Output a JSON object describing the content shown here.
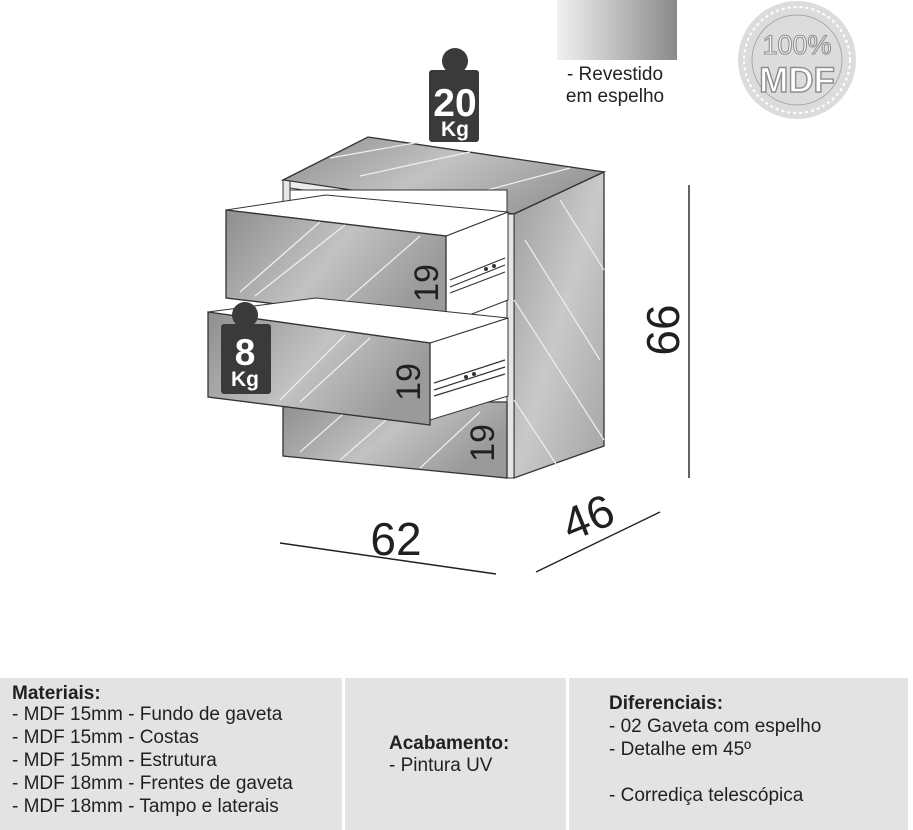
{
  "badge": {
    "line1": "100%",
    "line2": "MDF"
  },
  "top_weight": {
    "value": "20",
    "unit": "Kg"
  },
  "drawer_weight": {
    "value": "8",
    "unit": "Kg"
  },
  "swatch_caption": {
    "line1": "- Revestido",
    "line2": "em espelho"
  },
  "drawer_heights": [
    "19",
    "19",
    "19"
  ],
  "dimensions": {
    "width": "62",
    "depth": "46",
    "height": "66"
  },
  "materials": {
    "title": "Materiais:",
    "items": [
      "- MDF 15mm - Fundo de gaveta",
      "- MDF 15mm - Costas",
      "- MDF 15mm - Estrutura",
      "- MDF 18mm - Frentes de gaveta",
      "- MDF 18mm - Tampo e laterais"
    ]
  },
  "finish": {
    "title": "Acabamento:",
    "items": [
      "- Pintura UV"
    ]
  },
  "features": {
    "title": "Diferenciais:",
    "items": [
      "- 02 Gaveta com espelho",
      "- Detalhe em 45º",
      "- Corrediça telescópica"
    ]
  },
  "colors": {
    "mirror_dark": "#8c8c8c",
    "mirror_light": "#d6d6d6",
    "weight_tag": "#3a3a3a",
    "panel_bg": "#e3e3e3",
    "badge_ring": "#9a9a9a"
  }
}
